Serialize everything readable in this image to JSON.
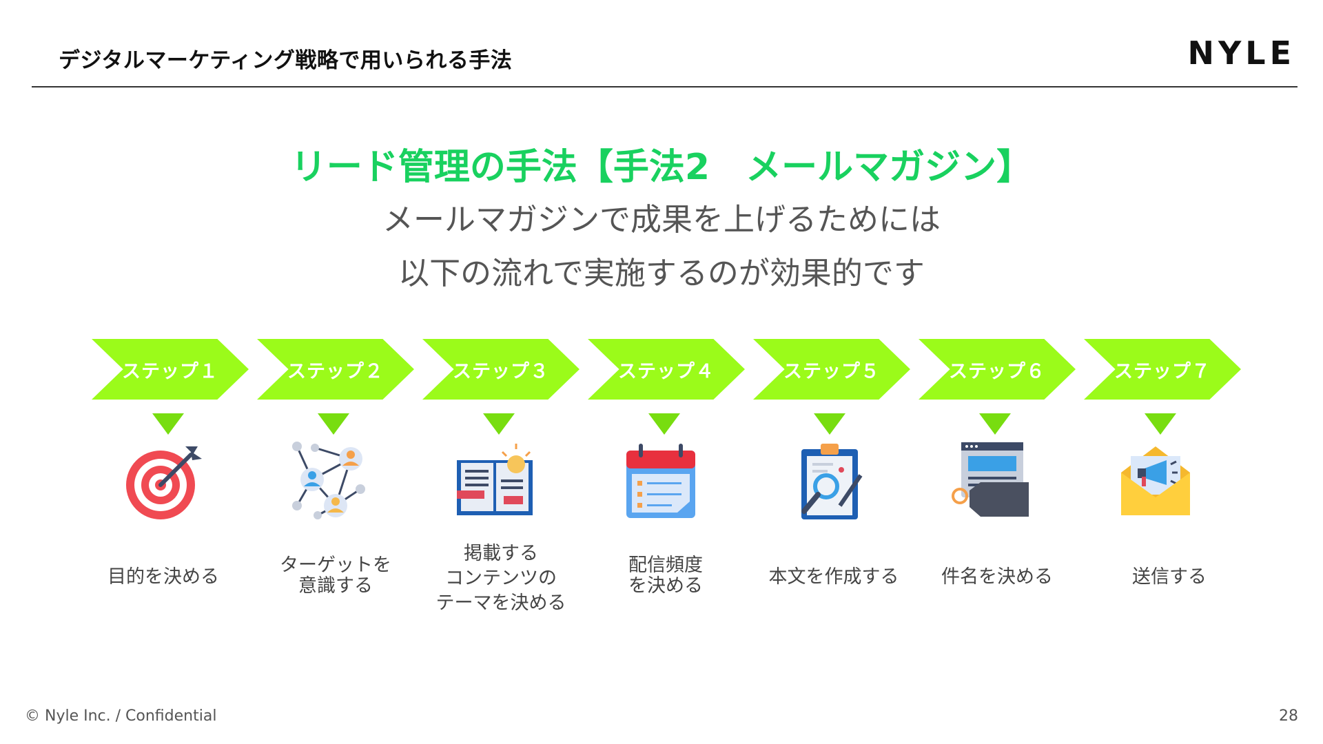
{
  "header": {
    "title": "デジタルマーケティング戦略で用いられる手法",
    "logo": "NYLE"
  },
  "main": {
    "headline": "リード管理の手法【手法2　メールマガジン】",
    "sub1": "メールマガジンで成果を上げるためには",
    "sub2": "以下の流れで実施するのが効果的です"
  },
  "steps": [
    {
      "label": "ステップ１",
      "caption": "目的を決める",
      "icon": "target-icon"
    },
    {
      "label": "ステップ２",
      "caption": "ターゲットを\n意識する",
      "icon": "network-people-icon"
    },
    {
      "label": "ステップ３",
      "caption": "掲載する\nコンテンツの\nテーマを決める",
      "icon": "book-idea-icon"
    },
    {
      "label": "ステップ４",
      "caption": "配信頻度\nを決める",
      "icon": "calendar-icon"
    },
    {
      "label": "ステップ５",
      "caption": "本文を作成する",
      "icon": "clipboard-search-icon"
    },
    {
      "label": "ステップ６",
      "caption": "件名を決める",
      "icon": "webpage-tag-icon"
    },
    {
      "label": "ステップ７",
      "caption": "送信する",
      "icon": "envelope-megaphone-icon"
    }
  ],
  "colors": {
    "accent_green": "#19d15f",
    "chevron_green": "#9bfb1a",
    "triangle_green": "#78dd10"
  },
  "footer": {
    "copyright": "© Nyle Inc. / Confidential",
    "page": "28"
  }
}
